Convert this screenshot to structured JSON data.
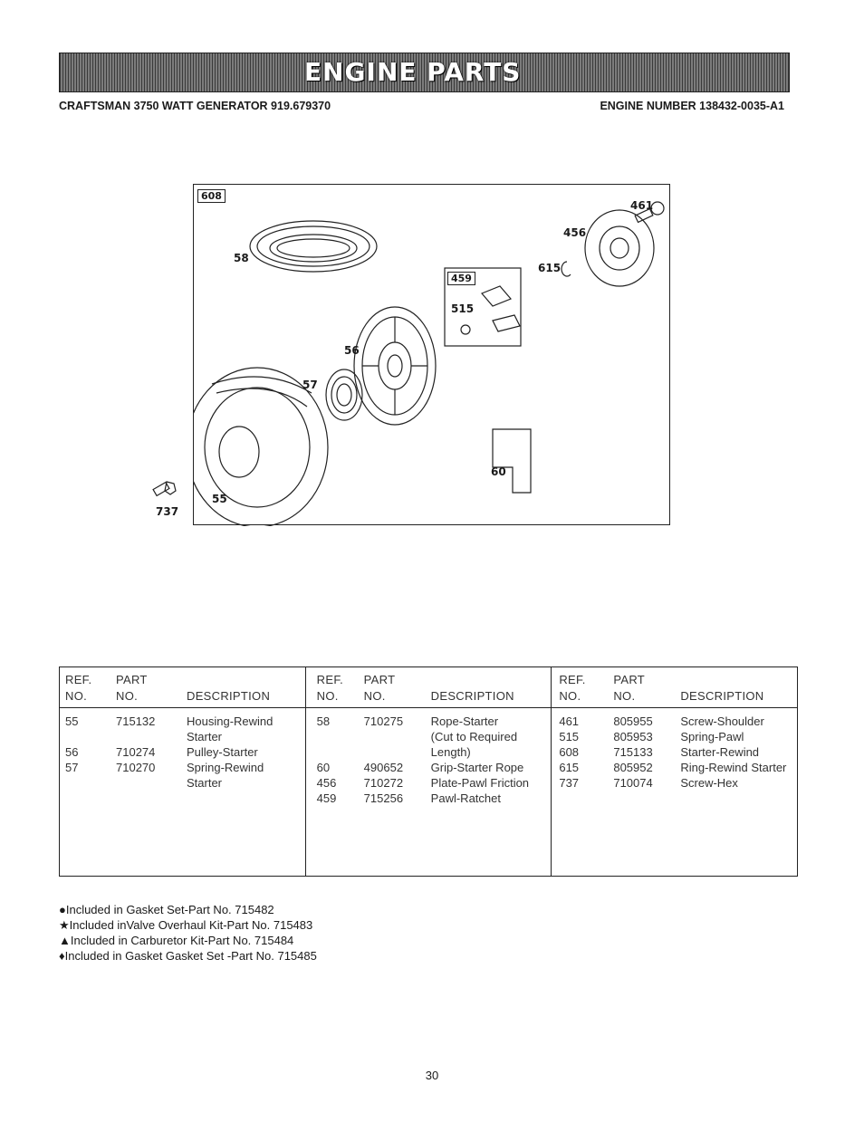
{
  "header": {
    "title": "ENGINE PARTS",
    "model": "CRAFTSMAN 3750 WATT GENERATOR 919.679370",
    "engine": "ENGINE NUMBER 138432-0035-A1"
  },
  "diagram": {
    "callouts": [
      "608",
      "58",
      "461",
      "456",
      "615",
      "459",
      "515",
      "56",
      "57",
      "60",
      "55",
      "737"
    ]
  },
  "table": {
    "headers": {
      "ref_top": "REF.",
      "part_top": "PART",
      "ref": "NO.",
      "part": "NO.",
      "desc": "DESCRIPTION"
    },
    "columns": [
      [
        {
          "ref": "55",
          "part": "715132",
          "desc": "Housing-Rewind"
        },
        {
          "ref": "",
          "part": "",
          "desc": "Starter"
        },
        {
          "ref": "56",
          "part": "710274",
          "desc": "Pulley-Starter"
        },
        {
          "ref": "57",
          "part": "710270",
          "desc": "Spring-Rewind"
        },
        {
          "ref": "",
          "part": "",
          "desc": "Starter"
        }
      ],
      [
        {
          "ref": "58",
          "part": "710275",
          "desc": "Rope-Starter"
        },
        {
          "ref": "",
          "part": "",
          "desc": "(Cut to Required"
        },
        {
          "ref": "",
          "part": "",
          "desc": "Length)"
        },
        {
          "ref": "60",
          "part": "490652",
          "desc": "Grip-Starter Rope"
        },
        {
          "ref": "456",
          "part": "710272",
          "desc": "Plate-Pawl Friction"
        },
        {
          "ref": "459",
          "part": "715256",
          "desc": "Pawl-Ratchet"
        }
      ],
      [
        {
          "ref": "461",
          "part": "805955",
          "desc": "Screw-Shoulder"
        },
        {
          "ref": "515",
          "part": "805953",
          "desc": "Spring-Pawl"
        },
        {
          "ref": "608",
          "part": "715133",
          "desc": "Starter-Rewind"
        },
        {
          "ref": "615",
          "part": "805952",
          "desc": "Ring-Rewind Starter"
        },
        {
          "ref": "737",
          "part": "710074",
          "desc": "Screw-Hex"
        }
      ]
    ]
  },
  "notes": [
    "●Included in Gasket Set-Part No. 715482",
    "★Included inValve Overhaul Kit-Part No. 715483",
    "▲Included in Carburetor Kit-Part No. 715484",
    "♦Included in Gasket Gasket Set -Part No. 715485"
  ],
  "page_number": "30"
}
